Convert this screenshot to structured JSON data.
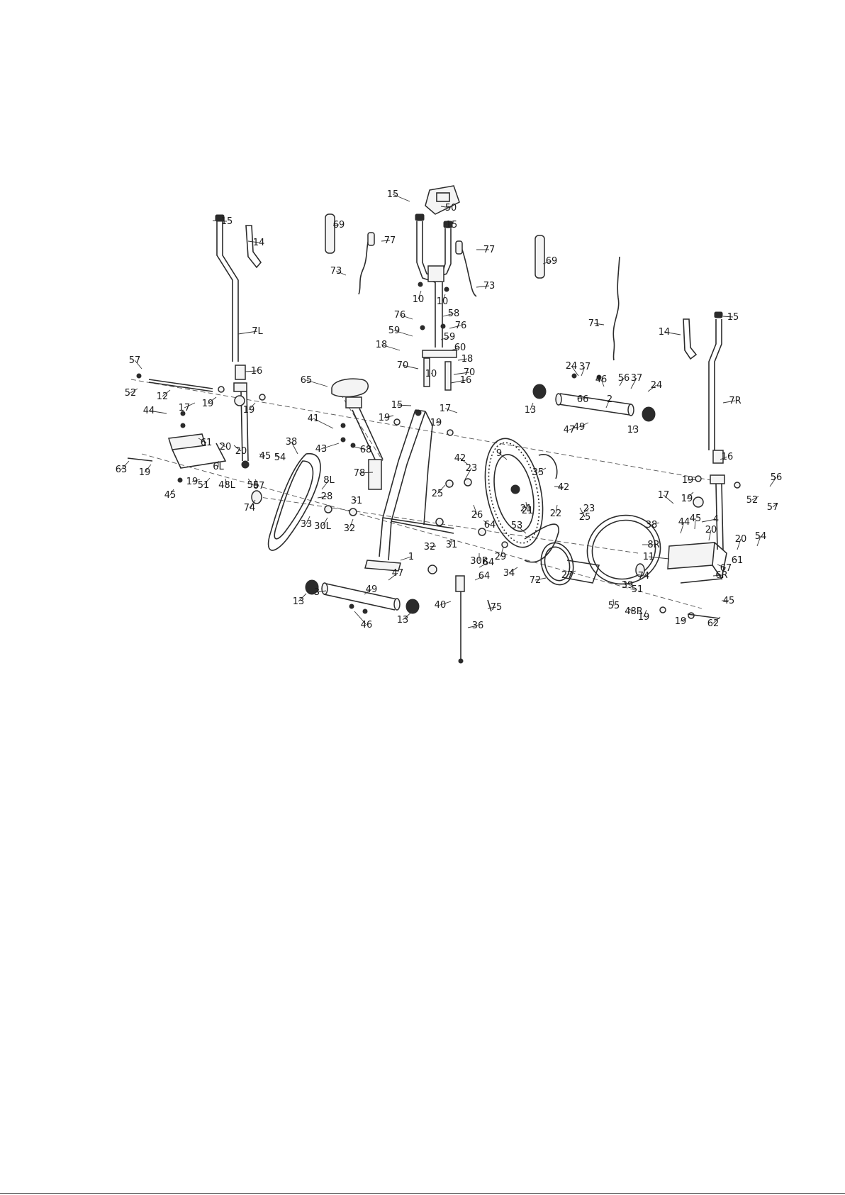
{
  "diagram": {
    "type": "exploded parts diagram",
    "part_labels": [
      "15",
      "14",
      "69",
      "15",
      "50",
      "15",
      "77",
      "73",
      "77",
      "73",
      "69",
      "10",
      "10",
      "58",
      "71",
      "15",
      "76",
      "76",
      "59",
      "59",
      "60",
      "18",
      "18",
      "14",
      "7L",
      "16",
      "70",
      "70",
      "10",
      "16",
      "24",
      "37",
      "46",
      "56",
      "37",
      "24",
      "57",
      "65",
      "7R",
      "52",
      "12",
      "19",
      "19",
      "15",
      "17",
      "66",
      "13",
      "44",
      "17",
      "41",
      "19",
      "19",
      "2",
      "49",
      "47",
      "13",
      "61",
      "20",
      "38",
      "43",
      "68",
      "16",
      "20",
      "45",
      "54",
      "42",
      "9",
      "63",
      "19",
      "6L",
      "35",
      "19",
      "56",
      "78",
      "8L",
      "23",
      "42",
      "25",
      "17",
      "19",
      "52",
      "57",
      "45",
      "19",
      "51",
      "48L",
      "55",
      "67",
      "28",
      "31",
      "74",
      "26",
      "21",
      "22",
      "25",
      "33",
      "30L",
      "32",
      "64",
      "21",
      "23",
      "38",
      "44",
      "45",
      "4",
      "64",
      "53",
      "54",
      "20",
      "20",
      "1",
      "32",
      "31",
      "30R",
      "29",
      "8R",
      "11",
      "61",
      "34",
      "47",
      "72",
      "27",
      "74",
      "67",
      "49",
      "64",
      "6R",
      "13",
      "3",
      "39",
      "45",
      "40",
      "75",
      "51",
      "55",
      "48R",
      "19",
      "19",
      "46",
      "62",
      "13",
      "36"
    ]
  }
}
